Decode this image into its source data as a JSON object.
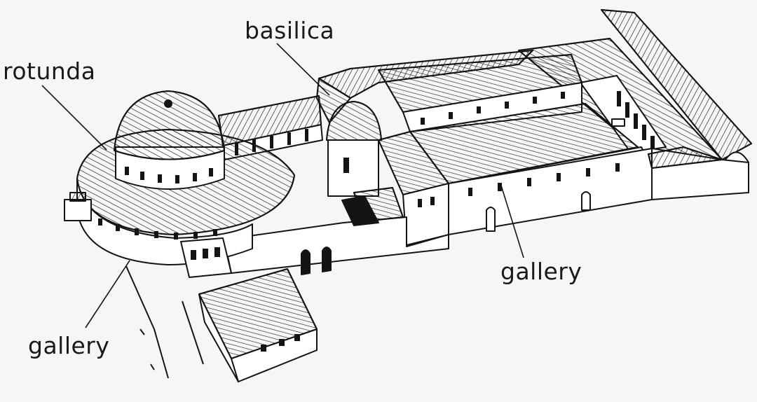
{
  "labels": {
    "rotunda": "rotunda",
    "basilica": "basilica",
    "gallery_right": "gallery",
    "gallery_left": "gallery"
  },
  "colors": {
    "ink": "#141414",
    "paper": "#f6f6f4",
    "fill": "#ffffff"
  }
}
